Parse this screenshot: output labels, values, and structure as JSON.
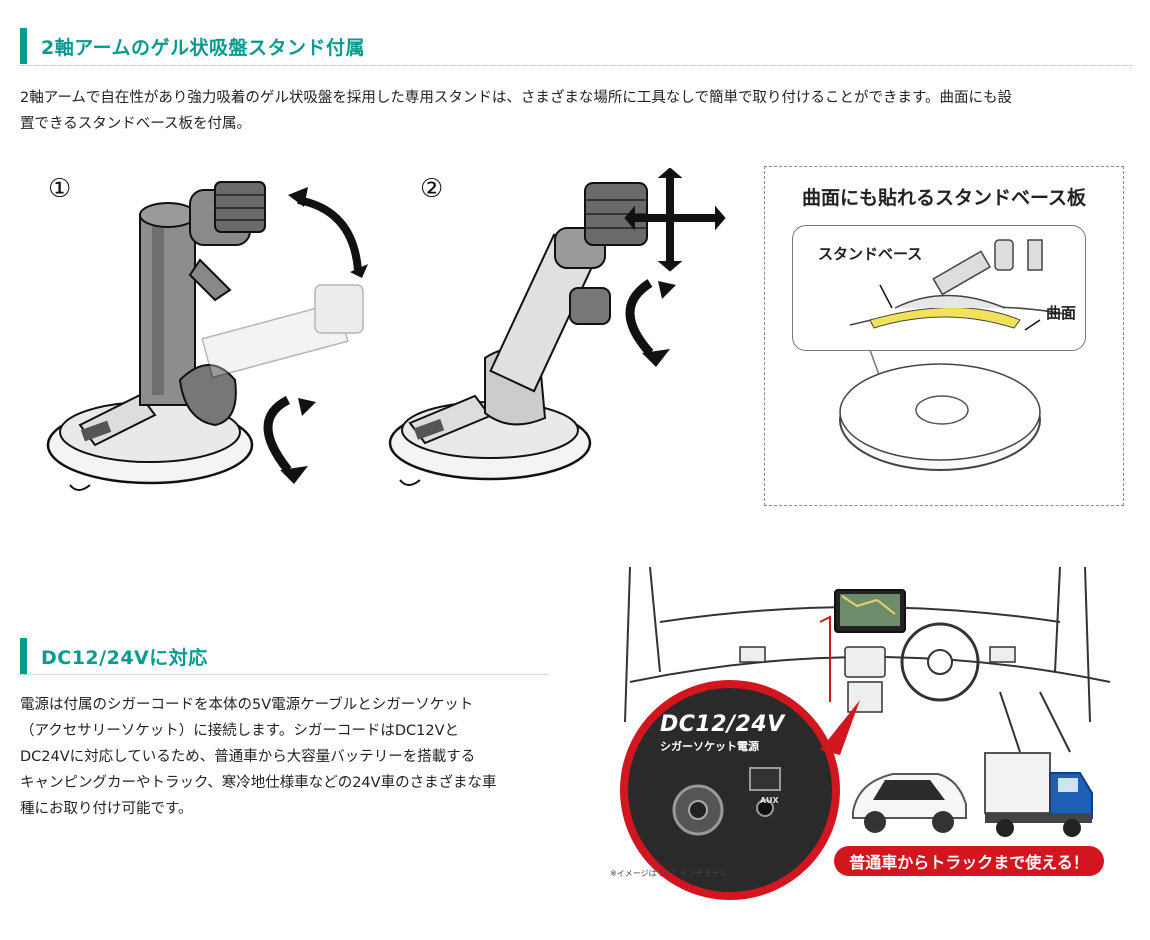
{
  "section1": {
    "title": "2軸アームのゲル状吸盤スタンド付属",
    "body_line1": "2軸アームで自在性があり強力吸着のゲル状吸盤を採用した専用スタンドは、さまざまな場所に工具なしで簡単で取り付けることができます。曲面にも設",
    "body_line2": "置できるスタンドベース板を付属。",
    "figure1_number": "①",
    "figure2_number": "②",
    "stand_base_box": {
      "title": "曲面にも貼れるスタンドベース板",
      "label_stand_base": "スタンドベース",
      "label_curved": "曲面"
    }
  },
  "section2": {
    "title": "DC12/24Vに対応",
    "body_lines": [
      "電源は付属のシガーコードを本体の5V電源ケーブルとシガーソケット",
      "（アクセサリーソケット）に接続します。シガーコードはDC12Vと",
      "DC24Vに対応しているため、普通車から大容量バッテリーを搭載する",
      "キャンピングカーやトラック、寒冷地仕様車などの24V車のさまざまな車",
      "種にお取り付け可能です。"
    ],
    "badge_voltage": "DC12/24V",
    "badge_socket": "シガーソケット電源",
    "aux_label": "AUX",
    "banner": "普通車からトラックまで使える！",
    "note": "※イメージは 10.1 インチモデル"
  },
  "colors": {
    "accent": "#0a9a8f",
    "banner_red": "#d2151e",
    "base_yellow": "#f3e15a"
  }
}
